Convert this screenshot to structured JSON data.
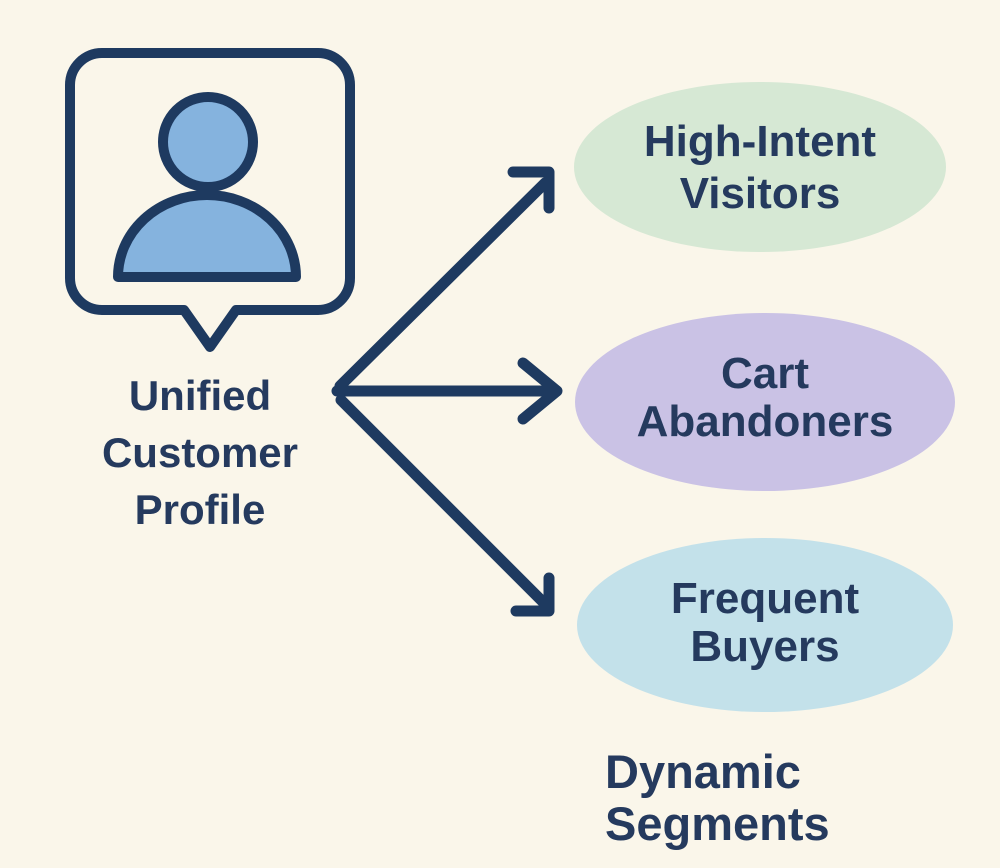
{
  "colors": {
    "background": "#faf6ea",
    "navy": "#1e3a60",
    "text_navy": "#253a5e",
    "person_fill": "#85b3de",
    "segment_green": "#d6e8d4",
    "segment_purple": "#cac2e5",
    "segment_blue": "#c3e1ea"
  },
  "source": {
    "icon": "person-in-speech-bubble",
    "label": "Unified Customer Profile",
    "label_lines": {
      "line1": "Unified",
      "line2": "Customer",
      "line3": "Profile"
    }
  },
  "segments": [
    {
      "label": "High-Intent Visitors",
      "line1": "High-Intent",
      "line2": "Visitors",
      "color": "#d6e8d4"
    },
    {
      "label": "Cart Abandoners",
      "line1": "Cart",
      "line2": "Abandoners",
      "color": "#cac2e5"
    },
    {
      "label": "Frequent Buyers",
      "line1": "Frequent",
      "line2": "Buyers",
      "color": "#c3e1ea"
    }
  ],
  "caption": {
    "label": "Dynamic Segments",
    "line1": "Dynamic",
    "line2": "Segments"
  }
}
